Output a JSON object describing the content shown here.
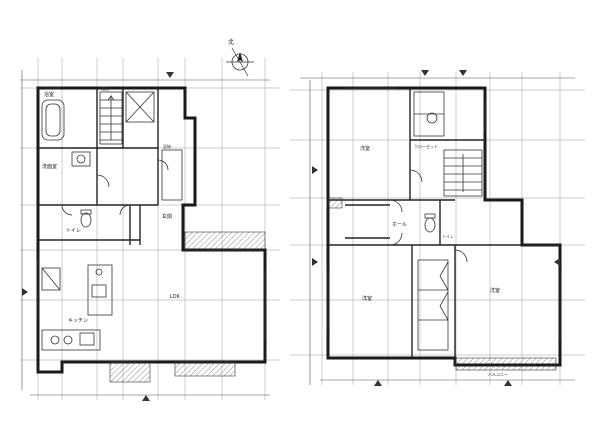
{
  "compass": {
    "north_label": "北"
  },
  "floor1": {
    "rooms": [
      {
        "key": "bath",
        "label": "浴室"
      },
      {
        "key": "washroom",
        "label": "洗面室"
      },
      {
        "key": "toilet",
        "label": "トイレ"
      },
      {
        "key": "entrance",
        "label": "玄関"
      },
      {
        "key": "ldk",
        "label": "LDK"
      },
      {
        "key": "kitchen",
        "label": "キッチン"
      },
      {
        "key": "stairs",
        "label": "階段"
      },
      {
        "key": "storage",
        "label": "収納"
      }
    ]
  },
  "floor2": {
    "rooms": [
      {
        "key": "bedroom1",
        "label": "洋室"
      },
      {
        "key": "bedroom2",
        "label": "洋室"
      },
      {
        "key": "bedroom3",
        "label": "洋室"
      },
      {
        "key": "closet",
        "label": "クローゼット"
      },
      {
        "key": "hall",
        "label": "ホール"
      },
      {
        "key": "toilet2",
        "label": "トイレ"
      },
      {
        "key": "balcony",
        "label": "バルコニー"
      }
    ]
  }
}
